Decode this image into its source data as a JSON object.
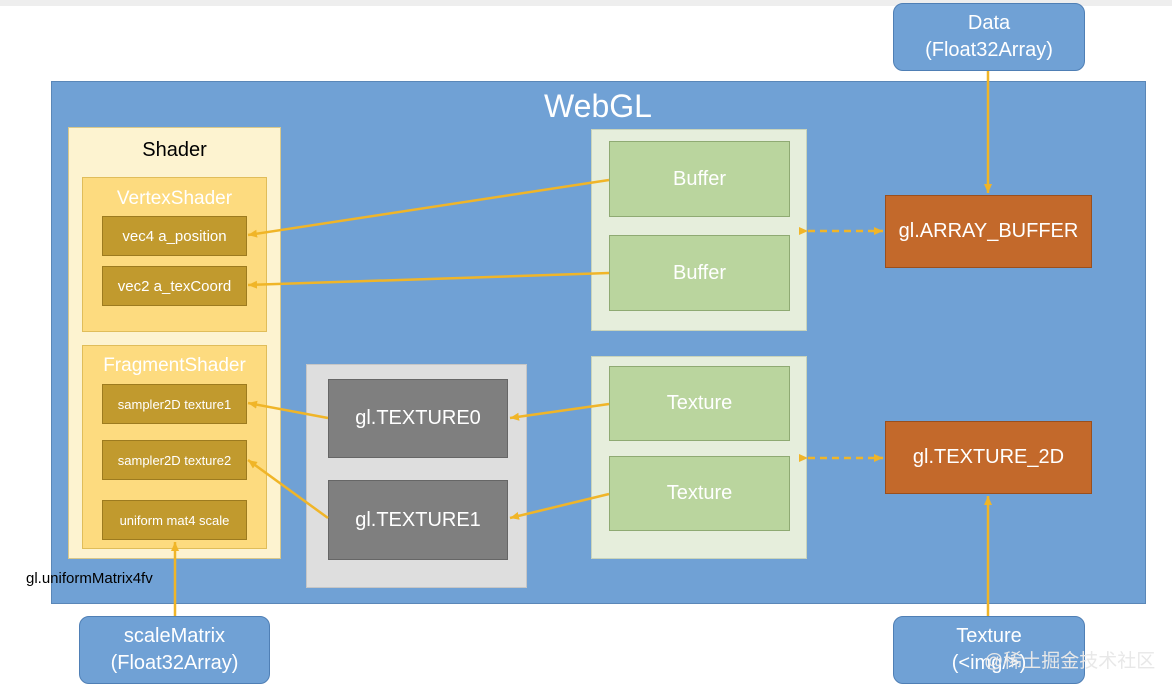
{
  "colors": {
    "container": "#70a1d5",
    "shader_panel": "#fdf3d0",
    "shader_stage": "#fddb7f",
    "shader_variable": "#c19a2e",
    "buffer_panel": "#e6eedc",
    "buffer_item": "#bad59e",
    "texture_unit_panel": "#dedede",
    "texture_unit": "#7f7f7f",
    "binding_target": "#c3692b",
    "connector": "#f0b528"
  },
  "webgl": {
    "title": "WebGL"
  },
  "shader": {
    "title": "Shader",
    "vertex": {
      "title": "VertexShader",
      "variables": [
        "vec4 a_position",
        "vec2 a_texCoord"
      ]
    },
    "fragment": {
      "title": "FragmentShader",
      "variables": [
        "sampler2D texture1",
        "sampler2D texture2",
        "uniform mat4 scale"
      ]
    }
  },
  "buffers": [
    "Buffer",
    "Buffer"
  ],
  "textures": [
    "Texture",
    "Texture"
  ],
  "texture_units": [
    "gl.TEXTURE0",
    "gl.TEXTURE1"
  ],
  "targets": {
    "array_buffer": "gl.ARRAY_BUFFER",
    "texture_2d": "gl.TEXTURE_2D"
  },
  "external": {
    "data": {
      "line1": "Data",
      "line2": "(Float32Array)"
    },
    "scale_matrix": {
      "line1": "scaleMatrix",
      "line2": "(Float32Array)"
    },
    "texture_source": {
      "line1": "Texture",
      "line2": "(<img/>)"
    }
  },
  "uniform_call": "gl.uniformMatrix4fv",
  "watermark": "@稀土掘金技术社区"
}
